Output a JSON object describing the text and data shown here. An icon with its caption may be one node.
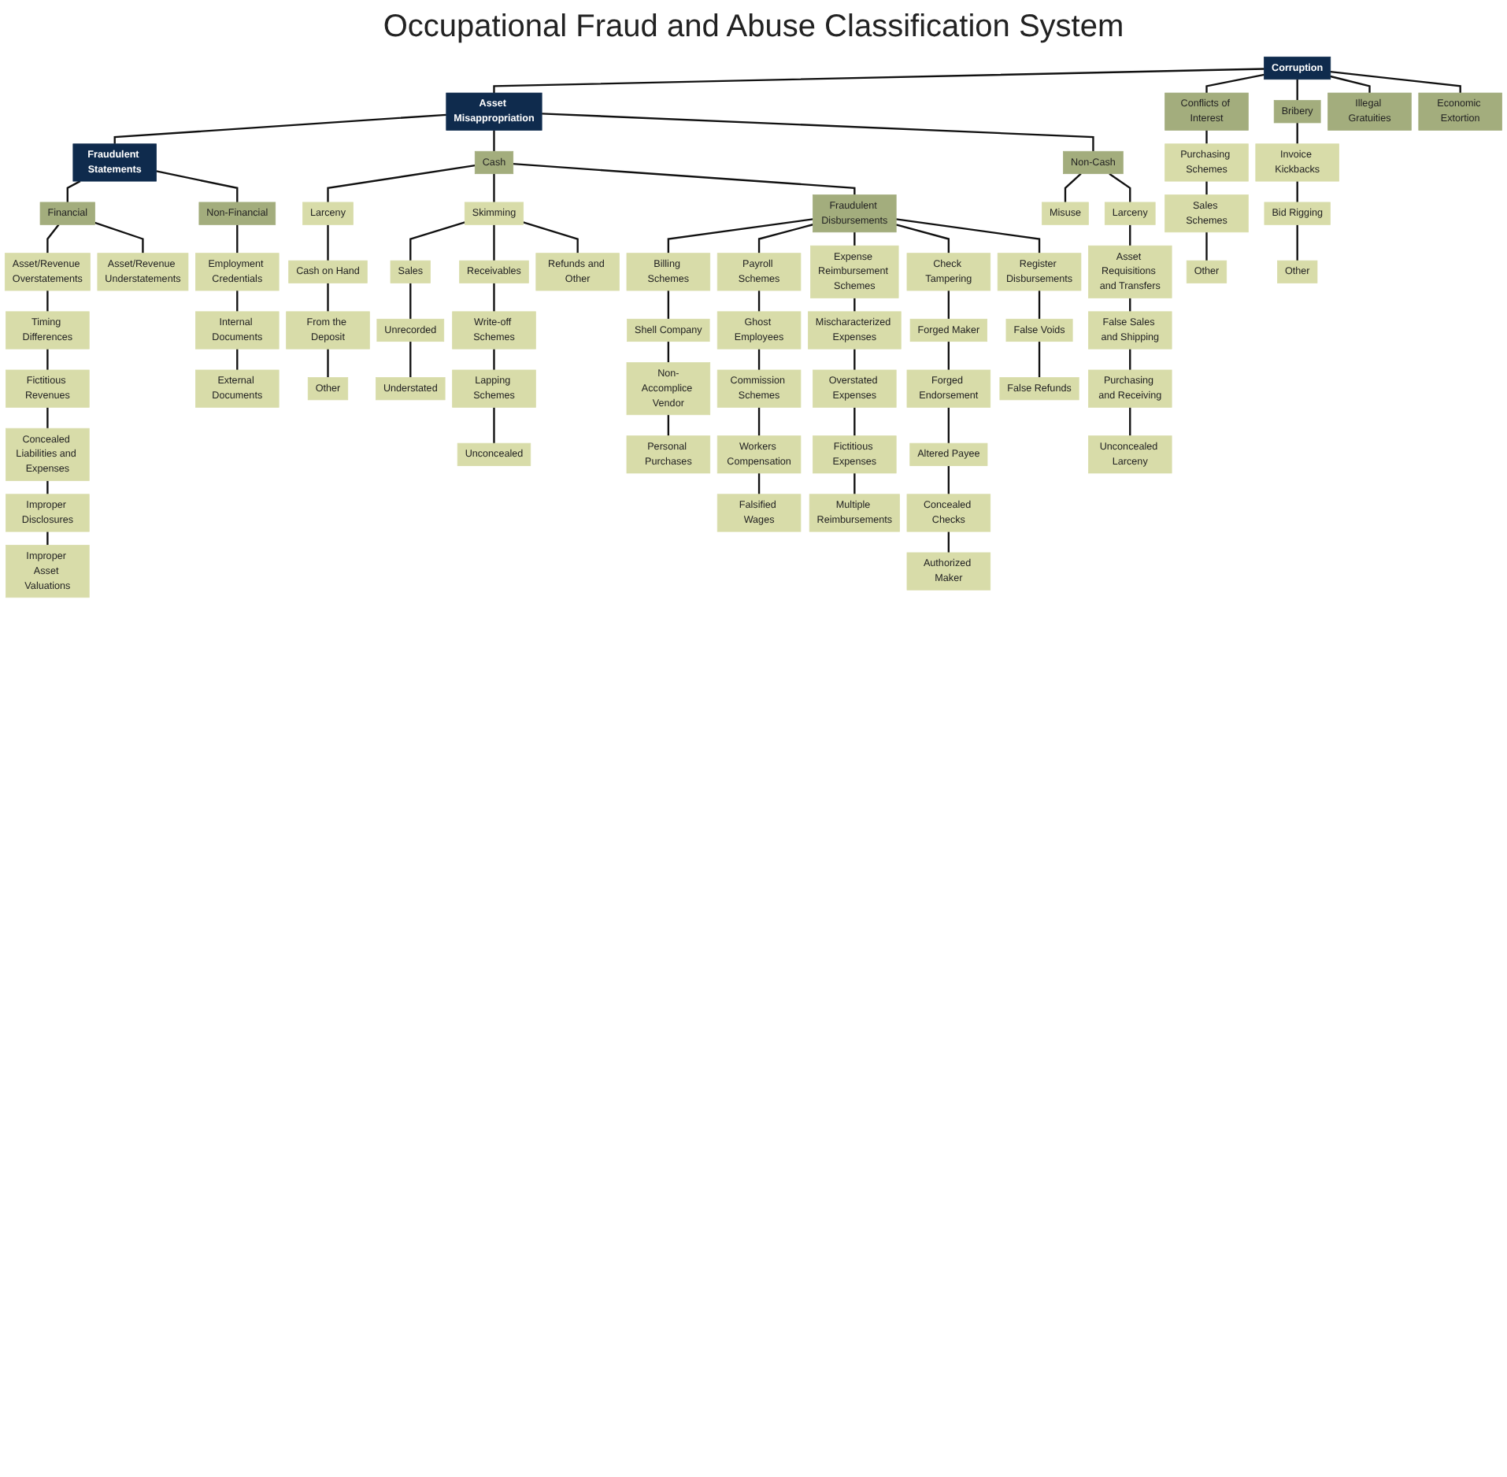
{
  "diagram": {
    "title": "Occupational Fraud and Abuse Classification System",
    "nodes": [
      {
        "text": [
          "Corruption"
        ]
      },
      {
        "text": [
          "Asset Misappropriation"
        ]
      },
      {
        "text": [
          "Fraudulent Statements"
        ]
      },
      {
        "text": [
          "Conflicts of Interest"
        ]
      },
      {
        "text": [
          "Bribery"
        ]
      },
      {
        "text": [
          "Illegal Gratuities"
        ]
      },
      {
        "text": [
          "Economic Extortion"
        ]
      },
      {
        "text": [
          "Purchasing Schemes"
        ]
      },
      {
        "text": [
          "Sales Schemes"
        ]
      },
      {
        "text": [
          "Other"
        ]
      },
      {
        "text": [
          "Invoice Kickbacks"
        ]
      },
      {
        "text": [
          "Bid Rigging"
        ]
      },
      {
        "text": [
          "Other"
        ]
      },
      {
        "text": [
          "Financial"
        ]
      },
      {
        "text": [
          "Non-Financial"
        ]
      },
      {
        "text": [
          "Asset/Revenue Overstatements"
        ]
      },
      {
        "text": [
          "Asset/Revenue Understatements"
        ]
      },
      {
        "text": [
          "Timing Differences"
        ]
      },
      {
        "text": [
          "Fictitious Revenues"
        ]
      },
      {
        "text": [
          "Concealed Liabilities and Expenses"
        ]
      },
      {
        "text": [
          "Improper Disclosures"
        ]
      },
      {
        "text": [
          "Improper Asset Valuations"
        ]
      },
      {
        "text": [
          "Employment Credentials"
        ]
      },
      {
        "text": [
          "Internal Documents"
        ]
      },
      {
        "text": [
          "External Documents"
        ]
      },
      {
        "text": [
          "Cash"
        ]
      },
      {
        "text": [
          "Non-Cash"
        ]
      },
      {
        "text": [
          "Larceny"
        ]
      },
      {
        "text": [
          "Skimming"
        ]
      },
      {
        "text": [
          "Cash on Hand"
        ]
      },
      {
        "text": [
          "From the Deposit"
        ]
      },
      {
        "text": [
          "Other"
        ]
      },
      {
        "text": [
          "Sales"
        ]
      },
      {
        "text": [
          "Receivables"
        ]
      },
      {
        "text": [
          "Refunds and Other"
        ]
      },
      {
        "text": [
          "Unrecorded"
        ]
      },
      {
        "text": [
          "Understated"
        ]
      },
      {
        "text": [
          "Write-off Schemes"
        ]
      },
      {
        "text": [
          "Lapping Schemes"
        ]
      },
      {
        "text": [
          "Unconcealed"
        ]
      },
      {
        "text": [
          "Misuse"
        ]
      },
      {
        "text": [
          "Larceny"
        ]
      },
      {
        "text": [
          "Asset Requisitions and Transfers"
        ]
      },
      {
        "text": [
          "False Sales and Shipping"
        ]
      },
      {
        "text": [
          "Purchasing and Receiving"
        ]
      },
      {
        "text": [
          "Unconcealed Larceny"
        ]
      },
      {
        "text": [
          "Fraudulent Disbursements"
        ]
      },
      {
        "text": [
          "Billing Schemes"
        ]
      },
      {
        "text": [
          "Payroll Schemes"
        ]
      },
      {
        "text": [
          "Expense Reimbursement Schemes"
        ]
      },
      {
        "text": [
          "Check Tampering"
        ]
      },
      {
        "text": [
          "Register Disbursements"
        ]
      },
      {
        "text": [
          "Shell Company"
        ]
      },
      {
        "text": [
          "Non-Accomplice Vendor"
        ]
      },
      {
        "text": [
          "Personal Purchases"
        ]
      },
      {
        "text": [
          "Ghost Employees"
        ]
      },
      {
        "text": [
          "Commission Schemes"
        ]
      },
      {
        "text": [
          "Workers Compensation"
        ]
      },
      {
        "text": [
          "Falsified Wages"
        ]
      },
      {
        "text": [
          "Mischaracterized Expenses"
        ]
      },
      {
        "text": [
          "Overstated Expenses"
        ]
      },
      {
        "text": [
          "Fictitious Expenses"
        ]
      },
      {
        "text": [
          "Multiple Reimbursements"
        ]
      },
      {
        "text": [
          "Forged Maker"
        ]
      },
      {
        "text": [
          "Forged Endorsement"
        ]
      },
      {
        "text": [
          "Altered Payee"
        ]
      },
      {
        "text": [
          "Concealed Checks"
        ]
      },
      {
        "text": [
          "Authorized Maker"
        ]
      },
      {
        "text": [
          "False Voids"
        ]
      },
      {
        "text": [
          "False Refunds"
        ]
      }
    ],
    "edges": [
      {
        "from": 0,
        "to": 1,
        "arrow": "none"
      },
      {
        "from": 1,
        "to": 2,
        "arrow": "none"
      },
      {
        "from": 0,
        "to": 3,
        "arrow": "none"
      },
      {
        "from": 0,
        "to": 4,
        "arrow": "none"
      },
      {
        "from": 0,
        "to": 5,
        "arrow": "none"
      },
      {
        "from": 0,
        "to": 6,
        "arrow": "none"
      },
      {
        "from": 3,
        "to": 7,
        "arrow": "none"
      },
      {
        "from": 7,
        "to": 8,
        "arrow": "none"
      },
      {
        "from": 8,
        "to": 9,
        "arrow": "none"
      },
      {
        "from": 4,
        "to": 10,
        "arrow": "none"
      },
      {
        "from": 10,
        "to": 11,
        "arrow": "none"
      },
      {
        "from": 11,
        "to": 12,
        "arrow": "none"
      },
      {
        "from": 2,
        "to": 13,
        "arrow": "none"
      },
      {
        "from": 2,
        "to": 14,
        "arrow": "none"
      },
      {
        "from": 13,
        "to": 15,
        "arrow": "none"
      },
      {
        "from": 13,
        "to": 16,
        "arrow": "none"
      },
      {
        "from": 15,
        "to": 17,
        "arrow": "none"
      },
      {
        "from": 17,
        "to": 18,
        "arrow": "none"
      },
      {
        "from": 18,
        "to": 19,
        "arrow": "none"
      },
      {
        "from": 19,
        "to": 20,
        "arrow": "none"
      },
      {
        "from": 20,
        "to": 21,
        "arrow": "none"
      },
      {
        "from": 14,
        "to": 22,
        "arrow": "none"
      },
      {
        "from": 22,
        "to": 23,
        "arrow": "none"
      },
      {
        "from": 23,
        "to": 24,
        "arrow": "none"
      },
      {
        "from": 1,
        "to": 25,
        "arrow": "none"
      },
      {
        "from": 1,
        "to": 26,
        "arrow": "none"
      },
      {
        "from": 25,
        "to": 27,
        "arrow": "none"
      },
      {
        "from": 25,
        "to": 28,
        "arrow": "none"
      },
      {
        "from": 25,
        "to": 46,
        "arrow": "none"
      },
      {
        "from": 27,
        "to": 29,
        "arrow": "none"
      },
      {
        "from": 29,
        "to": 30,
        "arrow": "none"
      },
      {
        "from": 30,
        "to": 31,
        "arrow": "none"
      },
      {
        "from": 28,
        "to": 32,
        "arrow": "none"
      },
      {
        "from": 28,
        "to": 33,
        "arrow": "none"
      },
      {
        "from": 28,
        "to": 34,
        "arrow": "none"
      },
      {
        "from": 32,
        "to": 35,
        "arrow": "none"
      },
      {
        "from": 35,
        "to": 36,
        "arrow": "none"
      },
      {
        "from": 33,
        "to": 37,
        "arrow": "none"
      },
      {
        "from": 37,
        "to": 38,
        "arrow": "none"
      },
      {
        "from": 38,
        "to": 39,
        "arrow": "none"
      },
      {
        "from": 26,
        "to": 40,
        "arrow": "none"
      },
      {
        "from": 26,
        "to": 41,
        "arrow": "none"
      },
      {
        "from": 41,
        "to": 42,
        "arrow": "none"
      },
      {
        "from": 42,
        "to": 43,
        "arrow": "none"
      },
      {
        "from": 43,
        "to": 44,
        "arrow": "none"
      },
      {
        "from": 44,
        "to": 45,
        "arrow": "none"
      },
      {
        "from": 46,
        "to": 47,
        "arrow": "none"
      },
      {
        "from": 46,
        "to": 48,
        "arrow": "none"
      },
      {
        "from": 46,
        "to": 49,
        "arrow": "none"
      },
      {
        "from": 46,
        "to": 50,
        "arrow": "none"
      },
      {
        "from": 46,
        "to": 51,
        "arrow": "none"
      },
      {
        "from": 47,
        "to": 52,
        "arrow": "none"
      },
      {
        "from": 52,
        "to": 53,
        "arrow": "none"
      },
      {
        "from": 53,
        "to": 54,
        "arrow": "none"
      },
      {
        "from": 48,
        "to": 55,
        "arrow": "none"
      },
      {
        "from": 55,
        "to": 56,
        "arrow": "none"
      },
      {
        "from": 56,
        "to": 57,
        "arrow": "none"
      },
      {
        "from": 57,
        "to": 58,
        "arrow": "none"
      },
      {
        "from": 49,
        "to": 59,
        "arrow": "none"
      },
      {
        "from": 59,
        "to": 60,
        "arrow": "none"
      },
      {
        "from": 60,
        "to": 61,
        "arrow": "none"
      },
      {
        "from": 61,
        "to": 62,
        "arrow": "none"
      },
      {
        "from": 50,
        "to": 63,
        "arrow": "none"
      },
      {
        "from": 63,
        "to": 64,
        "arrow": "none"
      },
      {
        "from": 64,
        "to": 65,
        "arrow": "none"
      },
      {
        "from": 65,
        "to": 66,
        "arrow": "none"
      },
      {
        "from": 66,
        "to": 67,
        "arrow": "none"
      },
      {
        "from": 51,
        "to": 68,
        "arrow": "none"
      },
      {
        "from": 68,
        "to": 69,
        "arrow": "none"
      }
    ]
  }
}
